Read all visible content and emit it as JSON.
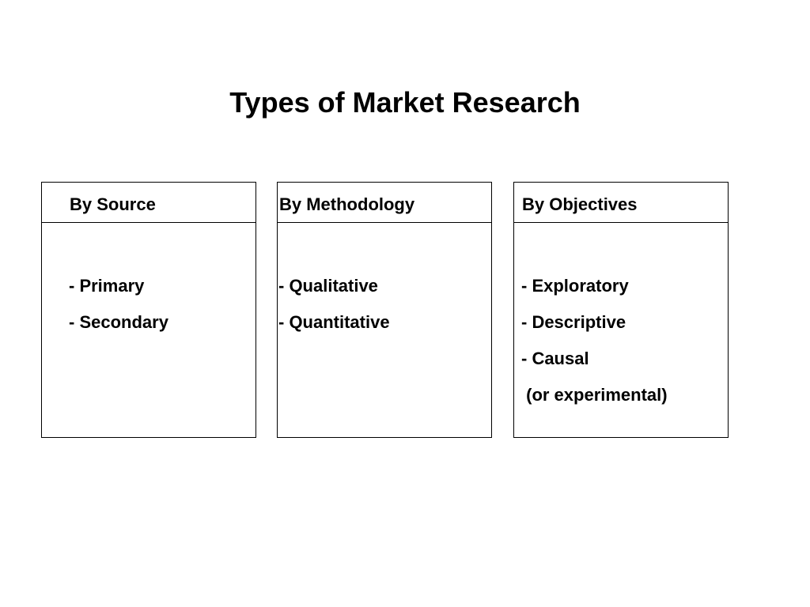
{
  "title": "Types of Market Research",
  "categories": [
    {
      "heading": "By Source",
      "items": [
        "- Primary",
        "- Secondary"
      ]
    },
    {
      "heading": "By Methodology",
      "items": [
        "- Qualitative",
        "- Quantitative"
      ]
    },
    {
      "heading": "By Objectives",
      "items": [
        "- Exploratory",
        "- Descriptive",
        "- Causal",
        " (or experimental)"
      ]
    }
  ]
}
